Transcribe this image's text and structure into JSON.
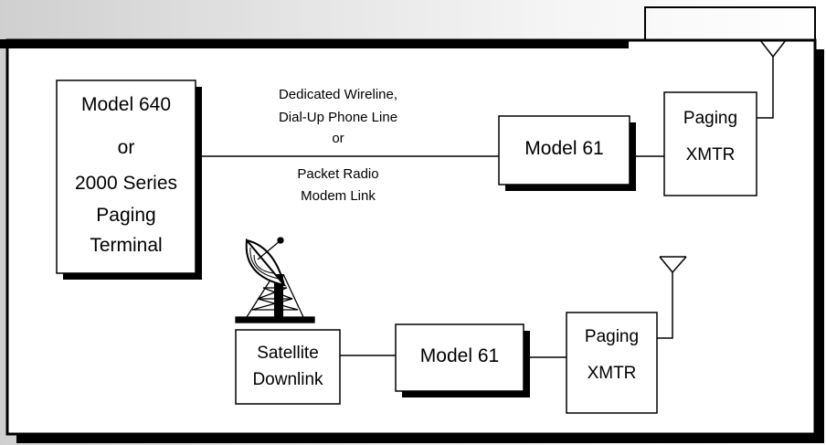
{
  "terminal": {
    "line1": "Model 640",
    "line2": "or",
    "line3": "2000 Series",
    "line4": "Paging",
    "line5": "Terminal"
  },
  "link": {
    "line1": "Dedicated Wireline,",
    "line2": "Dial-Up Phone Line",
    "line3": "or",
    "line4": "Packet Radio",
    "line5": "Modem Link"
  },
  "upper_model": {
    "label": "Model 61"
  },
  "upper_xmtr": {
    "line1": "Paging",
    "line2": "XMTR"
  },
  "satellite": {
    "line1": "Satellite",
    "line2": "Downlink"
  },
  "lower_model": {
    "label": "Model 61"
  },
  "lower_xmtr": {
    "line1": "Paging",
    "line2": "XMTR"
  }
}
